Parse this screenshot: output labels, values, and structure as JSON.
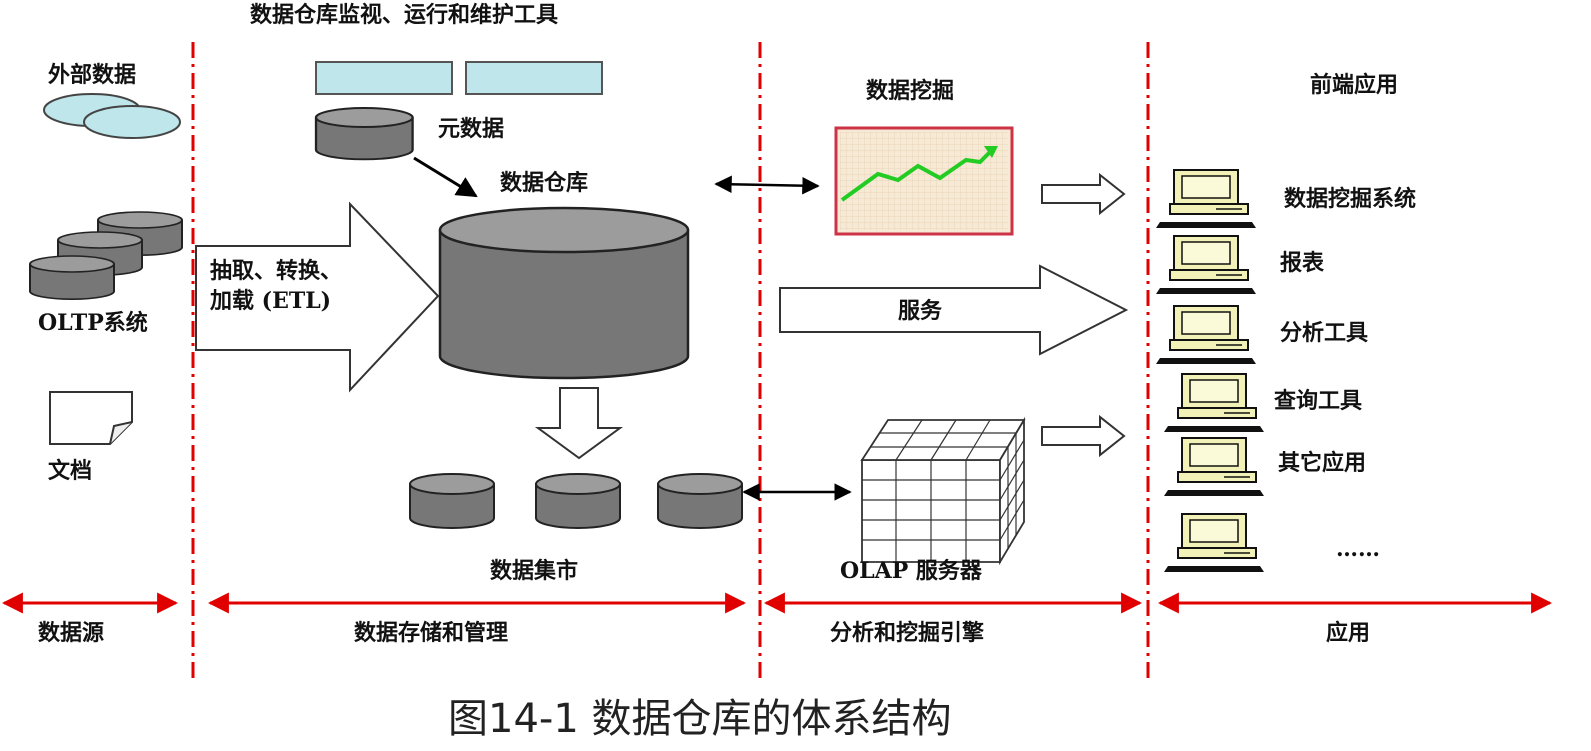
{
  "title": "数据仓库监视、运行和维护工具",
  "sources": {
    "external": "外部数据",
    "oltp": "OLTP系统",
    "docs": "文档"
  },
  "etl": {
    "line1": "抽取、转换、",
    "line2": "加载 (ETL)"
  },
  "storage": {
    "metadata": "元数据",
    "warehouse": "数据仓库",
    "datamart": "数据集市"
  },
  "engine": {
    "mining": "数据挖掘",
    "service": "服务",
    "olap": "OLAP 服务器"
  },
  "apps": {
    "header": "前端应用",
    "items": [
      "数据挖掘系统",
      "报表",
      "分析工具",
      "查询工具",
      "其它应用",
      "……"
    ]
  },
  "zones": [
    "数据源",
    "数据存储和管理",
    "分析和挖掘引擎",
    "应用"
  ],
  "caption": "图14-1 数据仓库的体系结构",
  "colors": {
    "divider": "#e00000",
    "cylinder": "#777777",
    "cylinder_top": "#9c9c9c",
    "ellipse": "#bfe6ea",
    "meta_bar": "#bfe6ea",
    "chart_line": "#22cc22",
    "chart_frame": "#cc3344",
    "chart_fill": "#f6e9d6",
    "computer": "#f2f2b8"
  }
}
